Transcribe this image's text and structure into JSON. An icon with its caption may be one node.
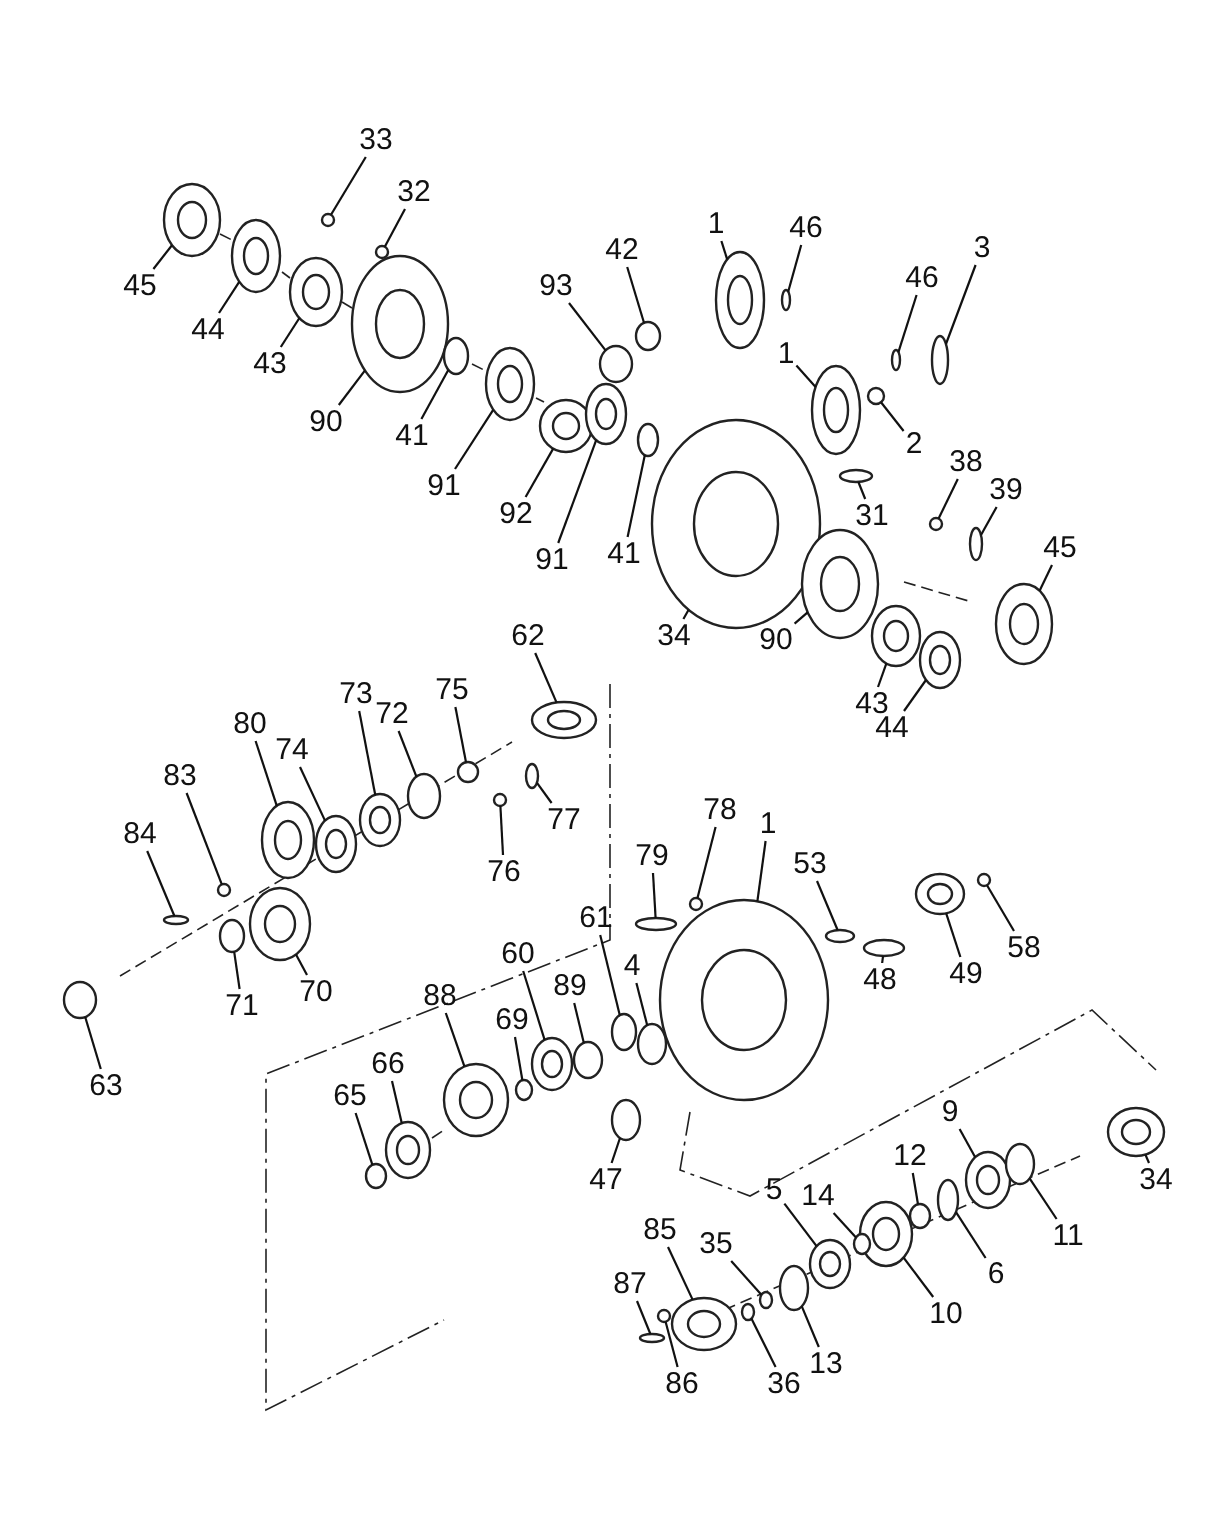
{
  "diagram": {
    "nodes": [
      {
        "text": [
          "33"
        ]
      },
      {
        "text": [
          "32"
        ]
      },
      {
        "text": [
          "45"
        ]
      },
      {
        "text": [
          "44"
        ]
      },
      {
        "text": [
          "43"
        ]
      },
      {
        "text": [
          "90"
        ]
      },
      {
        "text": [
          "41"
        ]
      },
      {
        "text": [
          "91"
        ]
      },
      {
        "text": [
          "93"
        ]
      },
      {
        "text": [
          "42"
        ]
      },
      {
        "text": [
          "92"
        ]
      },
      {
        "text": [
          "91"
        ]
      },
      {
        "text": [
          "41"
        ]
      },
      {
        "text": [
          "1"
        ]
      },
      {
        "text": [
          "46"
        ]
      },
      {
        "text": [
          "46"
        ]
      },
      {
        "text": [
          "3"
        ]
      },
      {
        "text": [
          "1"
        ]
      },
      {
        "text": [
          "2"
        ]
      },
      {
        "text": [
          "31"
        ]
      },
      {
        "text": [
          "38"
        ]
      },
      {
        "text": [
          "39"
        ]
      },
      {
        "text": [
          "34"
        ]
      },
      {
        "text": [
          "90"
        ]
      },
      {
        "text": [
          "45"
        ]
      },
      {
        "text": [
          "43"
        ]
      },
      {
        "text": [
          "44"
        ]
      },
      {
        "text": [
          "62"
        ]
      },
      {
        "text": [
          "75"
        ]
      },
      {
        "text": [
          "73"
        ]
      },
      {
        "text": [
          "72"
        ]
      },
      {
        "text": [
          "74"
        ]
      },
      {
        "text": [
          "80"
        ]
      },
      {
        "text": [
          "77"
        ]
      },
      {
        "text": [
          "76"
        ]
      },
      {
        "text": [
          "83"
        ]
      },
      {
        "text": [
          "84"
        ]
      },
      {
        "text": [
          "70"
        ]
      },
      {
        "text": [
          "71"
        ]
      },
      {
        "text": [
          "63"
        ]
      },
      {
        "text": [
          "79"
        ]
      },
      {
        "text": [
          "78"
        ]
      },
      {
        "text": [
          "1"
        ]
      },
      {
        "text": [
          "53"
        ]
      },
      {
        "text": [
          "48"
        ]
      },
      {
        "text": [
          "49"
        ]
      },
      {
        "text": [
          "58"
        ]
      },
      {
        "text": [
          "61"
        ]
      },
      {
        "text": [
          "4"
        ]
      },
      {
        "text": [
          "60"
        ]
      },
      {
        "text": [
          "89"
        ]
      },
      {
        "text": [
          "88"
        ]
      },
      {
        "text": [
          "69"
        ]
      },
      {
        "text": [
          "66"
        ]
      },
      {
        "text": [
          "65"
        ]
      },
      {
        "text": [
          "47"
        ]
      },
      {
        "text": [
          "34"
        ]
      },
      {
        "text": [
          "9"
        ]
      },
      {
        "text": [
          "11"
        ]
      },
      {
        "text": [
          "12"
        ]
      },
      {
        "text": [
          "6"
        ]
      },
      {
        "text": [
          "10"
        ]
      },
      {
        "text": [
          "5"
        ]
      },
      {
        "text": [
          "14"
        ]
      },
      {
        "text": [
          "35"
        ]
      },
      {
        "text": [
          "85"
        ]
      },
      {
        "text": [
          "87"
        ]
      },
      {
        "text": [
          "13"
        ]
      },
      {
        "text": [
          "36"
        ]
      },
      {
        "text": [
          "86"
        ]
      },
      {
        "text": [],
        "shape": "circle"
      },
      {
        "text": [],
        "shape": "circle"
      },
      {
        "text": [],
        "shape": "circle"
      },
      {
        "text": [],
        "shape": "circle"
      },
      {
        "text": [],
        "shape": "circle"
      },
      {
        "text": [],
        "shape": "circle"
      },
      {
        "text": [],
        "shape": "circle"
      },
      {
        "text": [],
        "shape": "circle"
      },
      {
        "text": [],
        "shape": "circle"
      },
      {
        "text": [],
        "shape": "circle"
      },
      {
        "text": [],
        "shape": "circle"
      },
      {
        "text": [],
        "shape": "circle"
      },
      {
        "text": [],
        "shape": "circle"
      },
      {
        "text": [],
        "shape": "circle"
      },
      {
        "text": [],
        "shape": "circle"
      },
      {
        "text": [],
        "shape": "circle"
      },
      {
        "text": [],
        "shape": "circle"
      },
      {
        "text": [],
        "shape": "circle"
      },
      {
        "text": [],
        "shape": "circle"
      },
      {
        "text": [],
        "shape": "circle"
      },
      {
        "text": [],
        "shape": "circle"
      },
      {
        "text": [],
        "shape": "circle"
      },
      {
        "text": [],
        "shape": "circle"
      },
      {
        "text": [],
        "shape": "circle"
      },
      {
        "text": [],
        "shape": "circle"
      },
      {
        "text": [],
        "shape": "circle"
      },
      {
        "text": [],
        "shape": "circle"
      },
      {
        "text": [],
        "shape": "circle"
      },
      {
        "text": [],
        "shape": "circle"
      },
      {
        "text": [],
        "shape": "circle"
      },
      {
        "text": [],
        "shape": "circle"
      },
      {
        "text": [],
        "shape": "circle"
      },
      {
        "text": [],
        "shape": "circle"
      },
      {
        "text": [],
        "shape": "circle"
      },
      {
        "text": [],
        "shape": "circle"
      },
      {
        "text": [],
        "shape": "circle"
      },
      {
        "text": [],
        "shape": "circle"
      },
      {
        "text": [],
        "shape": "circle"
      },
      {
        "text": [],
        "shape": "circle"
      },
      {
        "text": [],
        "shape": "circle"
      },
      {
        "text": [],
        "shape": "circle"
      },
      {
        "text": [],
        "shape": "circle"
      },
      {
        "text": [],
        "shape": "circle"
      },
      {
        "text": [],
        "shape": "circle"
      },
      {
        "text": [],
        "shape": "circle"
      },
      {
        "text": [],
        "shape": "circle"
      },
      {
        "text": [],
        "shape": "circle"
      },
      {
        "text": [],
        "shape": "circle"
      },
      {
        "text": [],
        "shape": "circle"
      },
      {
        "text": [],
        "shape": "circle"
      },
      {
        "text": [],
        "shape": "circle"
      },
      {
        "text": [],
        "shape": "circle"
      },
      {
        "text": [],
        "shape": "circle"
      },
      {
        "text": [],
        "shape": "circle"
      },
      {
        "text": [],
        "shape": "circle"
      },
      {
        "text": [],
        "shape": "circle"
      },
      {
        "text": [],
        "shape": "circle"
      },
      {
        "text": [],
        "shape": "circle"
      },
      {
        "text": [],
        "shape": "circle"
      },
      {
        "text": [],
        "shape": "circle"
      },
      {
        "text": [],
        "shape": "circle"
      },
      {
        "text": [],
        "shape": "circle"
      },
      {
        "text": [],
        "shape": "circle"
      },
      {
        "text": [],
        "shape": "circle"
      },
      {
        "text": [],
        "shape": "circle"
      },
      {
        "text": [],
        "shape": "circle"
      },
      {
        "text": [],
        "shape": "circle"
      },
      {
        "text": [],
        "shape": "circle"
      },
      {
        "text": [],
        "shape": "circle"
      },
      {
        "text": [],
        "shape": "circle"
      }
    ],
    "edges": [
      {
        "from": 0,
        "to": 70,
        "arrow": "none"
      },
      {
        "from": 1,
        "to": 71,
        "arrow": "none"
      },
      {
        "from": 2,
        "to": 72,
        "arrow": "none"
      },
      {
        "from": 3,
        "to": 73,
        "arrow": "none"
      },
      {
        "from": 4,
        "to": 74,
        "arrow": "none"
      },
      {
        "from": 5,
        "to": 75,
        "arrow": "none"
      },
      {
        "from": 6,
        "to": 76,
        "arrow": "none"
      },
      {
        "from": 7,
        "to": 77,
        "arrow": "none"
      },
      {
        "from": 8,
        "to": 78,
        "arrow": "none"
      },
      {
        "from": 9,
        "to": 79,
        "arrow": "none"
      },
      {
        "from": 10,
        "to": 80,
        "arrow": "none"
      },
      {
        "from": 11,
        "to": 81,
        "arrow": "none"
      },
      {
        "from": 12,
        "to": 82,
        "arrow": "none"
      },
      {
        "from": 13,
        "to": 83,
        "arrow": "none"
      },
      {
        "from": 14,
        "to": 84,
        "arrow": "none"
      },
      {
        "from": 15,
        "to": 85,
        "arrow": "none"
      },
      {
        "from": 16,
        "to": 86,
        "arrow": "none"
      },
      {
        "from": 17,
        "to": 87,
        "arrow": "none"
      },
      {
        "from": 18,
        "to": 88,
        "arrow": "none"
      },
      {
        "from": 19,
        "to": 89,
        "arrow": "none"
      },
      {
        "from": 20,
        "to": 90,
        "arrow": "none"
      },
      {
        "from": 21,
        "to": 91,
        "arrow": "none"
      },
      {
        "from": 22,
        "to": 92,
        "arrow": "none"
      },
      {
        "from": 23,
        "to": 93,
        "arrow": "none"
      },
      {
        "from": 24,
        "to": 94,
        "arrow": "none"
      },
      {
        "from": 25,
        "to": 95,
        "arrow": "none"
      },
      {
        "from": 26,
        "to": 96,
        "arrow": "none"
      },
      {
        "from": 27,
        "to": 97,
        "arrow": "none"
      },
      {
        "from": 28,
        "to": 98,
        "arrow": "none"
      },
      {
        "from": 29,
        "to": 99,
        "arrow": "none"
      },
      {
        "from": 30,
        "to": 100,
        "arrow": "none"
      },
      {
        "from": 31,
        "to": 101,
        "arrow": "none"
      },
      {
        "from": 32,
        "to": 102,
        "arrow": "none"
      },
      {
        "from": 33,
        "to": 103,
        "arrow": "none"
      },
      {
        "from": 34,
        "to": 104,
        "arrow": "none"
      },
      {
        "from": 35,
        "to": 105,
        "arrow": "none"
      },
      {
        "from": 36,
        "to": 106,
        "arrow": "none"
      },
      {
        "from": 37,
        "to": 107,
        "arrow": "none"
      },
      {
        "from": 38,
        "to": 108,
        "arrow": "none"
      },
      {
        "from": 39,
        "to": 109,
        "arrow": "none"
      },
      {
        "from": 40,
        "to": 110,
        "arrow": "none"
      },
      {
        "from": 41,
        "to": 111,
        "arrow": "none"
      },
      {
        "from": 42,
        "to": 112,
        "arrow": "none"
      },
      {
        "from": 43,
        "to": 113,
        "arrow": "none"
      },
      {
        "from": 44,
        "to": 114,
        "arrow": "none"
      },
      {
        "from": 45,
        "to": 115,
        "arrow": "none"
      },
      {
        "from": 46,
        "to": 116,
        "arrow": "none"
      },
      {
        "from": 47,
        "to": 117,
        "arrow": "none"
      },
      {
        "from": 48,
        "to": 118,
        "arrow": "none"
      },
      {
        "from": 49,
        "to": 119,
        "arrow": "none"
      },
      {
        "from": 50,
        "to": 120,
        "arrow": "none"
      },
      {
        "from": 51,
        "to": 121,
        "arrow": "none"
      },
      {
        "from": 52,
        "to": 122,
        "arrow": "none"
      },
      {
        "from": 53,
        "to": 123,
        "arrow": "none"
      },
      {
        "from": 54,
        "to": 124,
        "arrow": "none"
      },
      {
        "from": 55,
        "to": 125,
        "arrow": "none"
      },
      {
        "from": 56,
        "to": 126,
        "arrow": "none"
      },
      {
        "from": 57,
        "to": 127,
        "arrow": "none"
      },
      {
        "from": 58,
        "to": 128,
        "arrow": "none"
      },
      {
        "from": 59,
        "to": 129,
        "arrow": "none"
      },
      {
        "from": 60,
        "to": 130,
        "arrow": "none"
      },
      {
        "from": 61,
        "to": 131,
        "arrow": "none"
      },
      {
        "from": 62,
        "to": 132,
        "arrow": "none"
      },
      {
        "from": 63,
        "to": 133,
        "arrow": "none"
      },
      {
        "from": 64,
        "to": 134,
        "arrow": "none"
      },
      {
        "from": 65,
        "to": 135,
        "arrow": "none"
      },
      {
        "from": 66,
        "to": 136,
        "arrow": "none"
      },
      {
        "from": 67,
        "to": 137,
        "arrow": "none"
      },
      {
        "from": 68,
        "to": 138,
        "arrow": "none"
      },
      {
        "from": 69,
        "to": 139,
        "arrow": "none"
      }
    ]
  }
}
